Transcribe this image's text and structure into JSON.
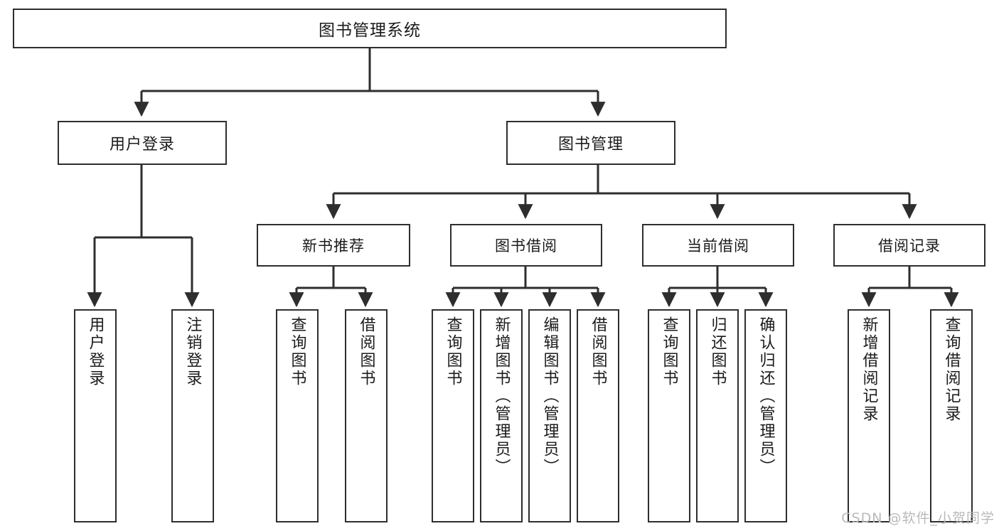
{
  "diagram": {
    "title": "图书管理系统",
    "type": "tree",
    "colors": {
      "background": "#ffffff",
      "stroke": "#2e2e2e",
      "text": "#1b1b1b",
      "watermark": "#b9b9b9"
    },
    "root": {
      "label": "图书管理系统"
    },
    "level2": [
      {
        "label": "用户登录"
      },
      {
        "label": "图书管理"
      }
    ],
    "level3": [
      {
        "label": "新书推荐"
      },
      {
        "label": "图书借阅"
      },
      {
        "label": "当前借阅"
      },
      {
        "label": "借阅记录"
      }
    ],
    "leaves": {
      "user_login": [
        {
          "label": "用户登录"
        },
        {
          "label": "注销登录"
        }
      ],
      "new_book": [
        {
          "label": "查询图书"
        },
        {
          "label": "借阅图书"
        }
      ],
      "book_borrow": [
        {
          "label": "查询图书"
        },
        {
          "label": "新增图书（管理员）"
        },
        {
          "label": "编辑图书（管理员）"
        },
        {
          "label": "借阅图书"
        }
      ],
      "current_borrow": [
        {
          "label": "查询图书"
        },
        {
          "label": "归还图书"
        },
        {
          "label": "确认归还（管理员）"
        }
      ],
      "borrow_record": [
        {
          "label": "新增借阅记录"
        },
        {
          "label": "查询借阅记录"
        }
      ]
    }
  },
  "watermark": {
    "text": "CSDN @软件_小贺同学"
  }
}
